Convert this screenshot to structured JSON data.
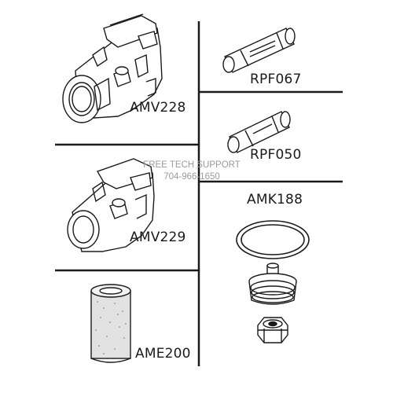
{
  "parts": {
    "amv228": "AMV228",
    "rpf067": "RPF067",
    "rpf050": "RPF050",
    "amv229": "AMV229",
    "amk188": "AMK188",
    "ame200": "AME200"
  },
  "watermark": {
    "line1": "FREE TECH SUPPORT",
    "line2": "704-966-1650"
  },
  "colors": {
    "ink": "#1a1a1a",
    "watermark": "#9a9a9a",
    "background": "#ffffff"
  },
  "icons": [
    "check-valve-drawing",
    "fuse-drawing",
    "filter-element-drawing",
    "gasket-ring-drawing",
    "diaphragm-plunger-drawing",
    "valve-nut-drawing"
  ]
}
